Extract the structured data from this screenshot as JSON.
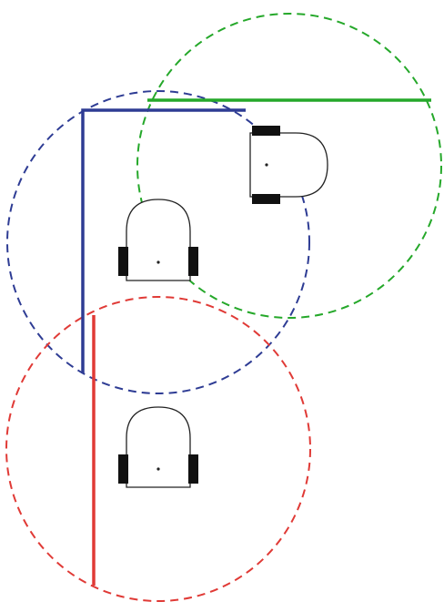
{
  "colors": {
    "blue": "#2e3c94",
    "green": "#25a82a",
    "red": "#e03a36",
    "robot_outline": "#222222",
    "wheel": "#111111",
    "background": "#ffffff"
  },
  "sensor_ranges": [
    {
      "id": "blue",
      "color": "#2e3c94",
      "style": "dashed"
    },
    {
      "id": "green",
      "color": "#25a82a",
      "style": "dashed"
    },
    {
      "id": "red",
      "color": "#e03a36",
      "style": "dashed"
    }
  ],
  "walls": [
    {
      "id": "blue",
      "color": "#2e3c94",
      "shape": "L-corner"
    },
    {
      "id": "green",
      "color": "#25a82a",
      "shape": "horizontal"
    },
    {
      "id": "red",
      "color": "#e03a36",
      "shape": "vertical"
    }
  ],
  "robots": [
    {
      "id": "robot-top-right",
      "heading": "right"
    },
    {
      "id": "robot-middle",
      "heading": "up"
    },
    {
      "id": "robot-bottom",
      "heading": "up"
    }
  ]
}
